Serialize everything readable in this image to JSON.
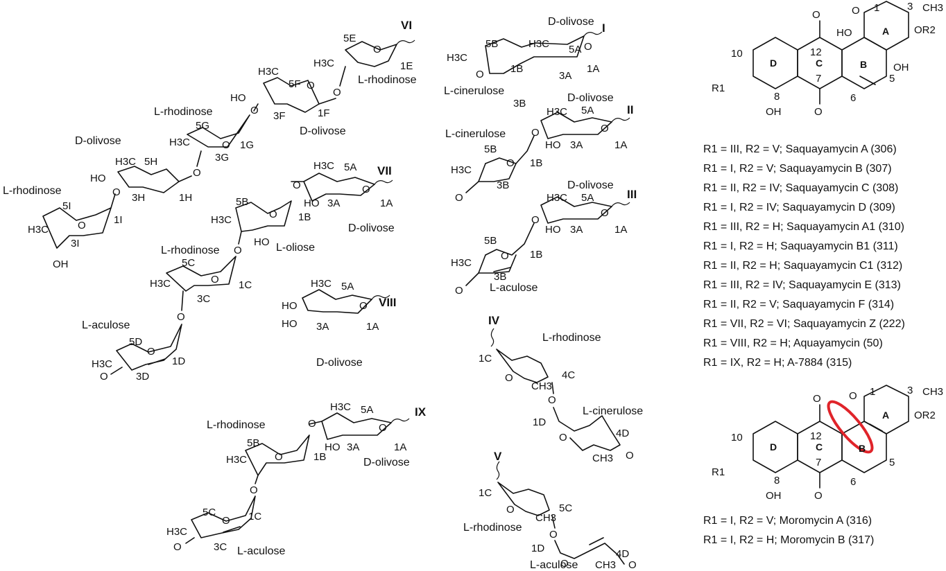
{
  "fragments": {
    "I": {
      "roman": "I",
      "sugars": [
        "D-olivose",
        "L-cinerulose"
      ],
      "atoms": [
        "5B",
        "H3C",
        "O",
        "1B",
        "5A",
        "H3C",
        "O",
        "3A",
        "1A",
        "3B"
      ]
    },
    "II": {
      "roman": "II",
      "sugars": [
        "D-olivose",
        "L-cinerulose"
      ],
      "atoms": [
        "H3C",
        "5A",
        "O",
        "HO",
        "3A",
        "1A",
        "5B",
        "H3C",
        "O",
        "1B",
        "O",
        "3B"
      ]
    },
    "III": {
      "roman": "III",
      "sugars": [
        "D-olivose",
        "L-aculose"
      ],
      "atoms": [
        "H3C",
        "5A",
        "O",
        "HO",
        "3A",
        "1A",
        "5B",
        "H3C",
        "O",
        "1B",
        "O",
        "3B"
      ]
    },
    "IV": {
      "roman": "IV",
      "sugars": [
        "L-rhodinose",
        "L-cinerulose"
      ],
      "atoms": [
        "1C",
        "O",
        "CH3",
        "4C",
        "O",
        "1D",
        "O",
        "4D",
        "CH3",
        "O"
      ]
    },
    "V": {
      "roman": "V",
      "sugars": [
        "L-rhodinose",
        "L-aculose"
      ],
      "atoms": [
        "1C",
        "O",
        "CH3",
        "5C",
        "O",
        "1D",
        "O",
        "4D",
        "CH3",
        "O"
      ]
    },
    "VI": {
      "roman": "VI",
      "sugars": [
        "L-rhodinose",
        "D-olivose",
        "L-rhodinose",
        "D-olivose",
        "L-rhodinose"
      ],
      "atoms": [
        "5E",
        "O",
        "1E",
        "H3C",
        "O",
        "H3C",
        "5F",
        "HO",
        "O",
        "3F",
        "1F",
        "5G",
        "O",
        "H3C",
        "1G",
        "3G",
        "H3C",
        "5H",
        "HO",
        "O",
        "3H",
        "1H",
        "5I",
        "O",
        "1I",
        "H3C",
        "3I",
        "OH"
      ]
    },
    "VII": {
      "roman": "VII",
      "sugars": [
        "D-olivose",
        "L-oliose",
        "L-rhodinose",
        "L-aculose"
      ],
      "atoms": [
        "H3C",
        "5A",
        "O",
        "HO",
        "3A",
        "1A",
        "5B",
        "O",
        "H3C",
        "HO",
        "1B",
        "O",
        "5C",
        "O",
        "H3C",
        "1C",
        "3C",
        "O",
        "5D",
        "O",
        "H3C",
        "1D",
        "O",
        "3D"
      ]
    },
    "VIII": {
      "roman": "VIII",
      "sugars": [
        "D-olivose"
      ],
      "atoms": [
        "H3C",
        "5A",
        "O",
        "HO",
        "HO",
        "3A",
        "1A"
      ]
    },
    "IX": {
      "roman": "IX",
      "sugars": [
        "D-olivose",
        "L-rhodinose",
        "L-aculose"
      ],
      "atoms": [
        "H3C",
        "5A",
        "O",
        "HO",
        "3A",
        "1A",
        "5B",
        "O",
        "H3C",
        "1B",
        "O",
        "5C",
        "O",
        "H3C",
        "1C",
        "O",
        "3C"
      ]
    }
  },
  "core_top": {
    "atoms": [
      "O",
      "1",
      "3",
      "CH3",
      "OR2",
      "HO",
      "O",
      "12",
      "10",
      "D",
      "C",
      "A",
      "B",
      "OH",
      "5",
      "7",
      "R1",
      "8",
      "6",
      "OH",
      "O"
    ]
  },
  "core_bottom": {
    "atoms": [
      "O",
      "1",
      "3",
      "CH3",
      "O",
      "OR2",
      "12",
      "A",
      "10",
      "D",
      "C",
      "B",
      "5",
      "R1",
      "7",
      "8",
      "6",
      "OH",
      "O"
    ],
    "highlight_color": "#e0242a"
  },
  "legend_top": [
    {
      "text": "R1 = III, R2 = V; Saquayamycin A (306)"
    },
    {
      "text": "R1 = I, R2 = V; Saquayamycin B (307)"
    },
    {
      "text": "R1 = II, R2 = IV; Saquayamycin C (308)"
    },
    {
      "text": "R1 = I, R2 = IV; Saquayamycin D (309)"
    },
    {
      "text": "R1 = III, R2 = H; Saquayamycin A1 (310)"
    },
    {
      "text": "R1 = I, R2 = H; Saquayamycin B1 (311)"
    },
    {
      "text": "R1 = II, R2 = H; Saquayamycin C1 (312)"
    },
    {
      "text": "R1 = III, R2 = IV; Saquayamycin E (313)"
    },
    {
      "text": "R1 = II, R2 = V; Saquayamycin F (314)"
    },
    {
      "text": "R1 = VII, R2 = VI; Saquayamycin Z (222)"
    },
    {
      "text": "R1 = VIII, R2 = H; Aquayamycin (50)"
    },
    {
      "text": "R1 = IX, R2 = H; A-7884 (315)"
    }
  ],
  "legend_bottom": [
    {
      "text": "R1 = I, R2 = V; Moromycin A (316)"
    },
    {
      "text": "R1 = I, R2 = H; Moromycin B (317)"
    }
  ]
}
